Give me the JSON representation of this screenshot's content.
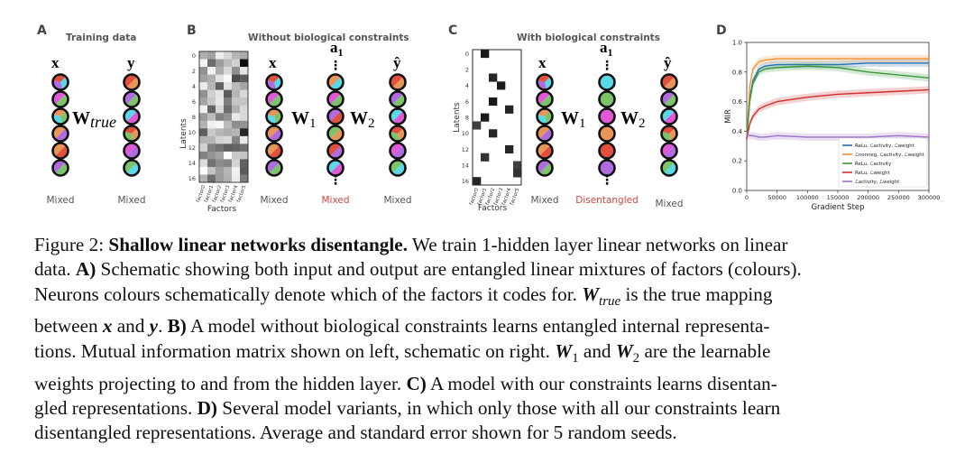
{
  "figure": {
    "panel_a": {
      "letter": "A",
      "title": "Training data",
      "input_label": "x",
      "output_label": "y",
      "weight_label": "W",
      "weight_subscript": "true",
      "input_caption": "Mixed",
      "output_caption": "Mixed"
    },
    "panel_b": {
      "letter": "B",
      "title": "Without biological constraints",
      "matrix_ylabel": "Latents",
      "matrix_xlabel": "Factors",
      "matrix_yticks": [
        "0",
        "2",
        "4",
        "6",
        "8",
        "10",
        "12",
        "14",
        "16"
      ],
      "matrix_xticks": [
        "factor0",
        "factor1",
        "factor2",
        "factor3",
        "factor4",
        "factor5"
      ],
      "input_label": "x",
      "hidden_label": "a",
      "hidden_subscript": "1",
      "output_label": "ŷ",
      "w1_label": "W",
      "w1_subscript": "1",
      "w2_label": "W",
      "w2_subscript": "2",
      "input_caption": "Mixed",
      "hidden_caption": "Mixed",
      "output_caption": "Mixed"
    },
    "panel_c": {
      "letter": "C",
      "title": "With biological constraints",
      "matrix_ylabel": "Latents",
      "matrix_xlabel": "Factors",
      "matrix_yticks": [
        "0",
        "2",
        "4",
        "6",
        "8",
        "10",
        "12",
        "14",
        "16"
      ],
      "matrix_xticks": [
        "factor0",
        "factor1",
        "factor2",
        "factor3",
        "factor4",
        "factor5"
      ],
      "input_label": "x",
      "hidden_label": "a",
      "hidden_subscript": "1",
      "output_label": "ŷ",
      "w1_label": "W",
      "w1_subscript": "1",
      "w2_label": "W",
      "w2_subscript": "2",
      "input_caption": "Mixed",
      "hidden_caption": "Disentangled",
      "output_caption": "Mixed"
    },
    "panel_d": {
      "letter": "D"
    },
    "colors": {
      "highlight_caption": "#d0463c",
      "neuron_outline": "#111111",
      "factor_cyan": "#5ad8e8",
      "factor_purple": "#b06be0",
      "factor_green": "#7cc46a",
      "factor_orange": "#e8955a",
      "factor_red": "#e0503c",
      "factor_magenta": "#e05ad8"
    }
  },
  "chart_data": {
    "type": "line",
    "title": "",
    "xlabel": "Gradient Step",
    "ylabel": "MIR",
    "xlim": [
      0,
      300000
    ],
    "ylim": [
      0.0,
      1.0
    ],
    "xticks": [
      "0",
      "50000",
      "100000",
      "150000",
      "200000",
      "250000",
      "300000"
    ],
    "yticks": [
      "0.0",
      "0.2",
      "0.4",
      "0.6",
      "0.8",
      "1.0"
    ],
    "grid": false,
    "legend_position": "bottom-right",
    "series": [
      {
        "name": "ReLu, ℒactivity, ℒweight",
        "color": "#2a6fb5",
        "x": [
          0,
          5000,
          10000,
          20000,
          30000,
          50000,
          100000,
          150000,
          200000,
          250000,
          300000
        ],
        "y": [
          0.35,
          0.62,
          0.74,
          0.82,
          0.84,
          0.85,
          0.85,
          0.85,
          0.86,
          0.86,
          0.86
        ]
      },
      {
        "name": "ℒnonneg, ℒactivity, ℒweight",
        "color": "#f09030",
        "x": [
          0,
          5000,
          10000,
          20000,
          30000,
          50000,
          100000,
          150000,
          200000,
          250000,
          300000
        ],
        "y": [
          0.35,
          0.7,
          0.82,
          0.87,
          0.88,
          0.89,
          0.89,
          0.89,
          0.89,
          0.89,
          0.89
        ]
      },
      {
        "name": "ReLu, ℒactivity",
        "color": "#3a9a3a",
        "x": [
          0,
          5000,
          10000,
          20000,
          30000,
          50000,
          100000,
          150000,
          200000,
          250000,
          300000
        ],
        "y": [
          0.35,
          0.6,
          0.72,
          0.8,
          0.82,
          0.83,
          0.84,
          0.83,
          0.8,
          0.78,
          0.76
        ]
      },
      {
        "name": "ReLu, ℒweight",
        "color": "#d03030",
        "x": [
          0,
          5000,
          10000,
          20000,
          30000,
          50000,
          100000,
          150000,
          200000,
          250000,
          300000
        ],
        "y": [
          0.35,
          0.45,
          0.5,
          0.55,
          0.57,
          0.6,
          0.63,
          0.65,
          0.66,
          0.67,
          0.68
        ]
      },
      {
        "name": "ℒactivity, ℒweight",
        "color": "#9a70c8",
        "x": [
          0,
          5000,
          10000,
          20000,
          30000,
          50000,
          100000,
          150000,
          200000,
          250000,
          300000
        ],
        "y": [
          0.38,
          0.37,
          0.37,
          0.36,
          0.36,
          0.37,
          0.36,
          0.36,
          0.36,
          0.37,
          0.36
        ]
      }
    ]
  },
  "caption": {
    "label": "Figure 2:",
    "bold_title": "Shallow linear networks disentangle.",
    "lines": [
      " We train 1-hidden layer linear networks on linear",
      "data. ",
      " Schematic showing both input and output are entangled linear mixtures of factors (colours).",
      "Neurons colours schematically denote which of the factors it codes for. ",
      " is the true mapping",
      "between ",
      " and ",
      ". ",
      " A model without biological constraints learns entangled internal representa-",
      "tions. Mutual information matrix shown on left, schematic on right. ",
      " and ",
      " are the learnable",
      "weights projecting to and from the hidden layer. ",
      " A model with our constraints learns disentan-",
      "gled representations. ",
      " Several model variants, in which only those with all our constraints learn",
      "disentangled representations. Average and standard error shown for 5 random seeds."
    ],
    "ref_a": "A)",
    "ref_b": "B)",
    "ref_c": "C)",
    "ref_d": "D)",
    "sym_W": "W",
    "sym_true": "true",
    "sym_x": "x",
    "sym_y": "y",
    "sym_1": "1",
    "sym_2": "2"
  }
}
